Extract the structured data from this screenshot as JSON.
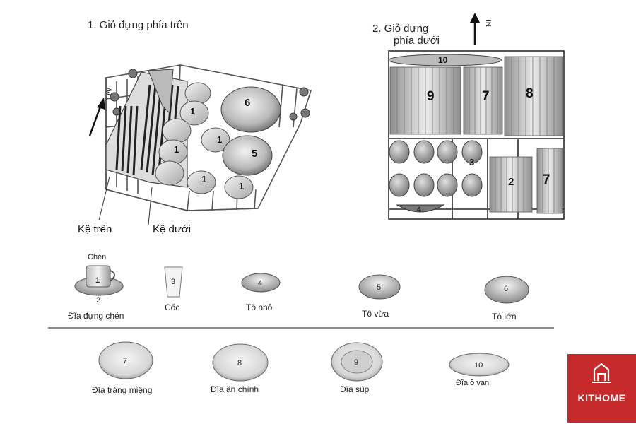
{
  "top_basket": {
    "title": "1.  Giỏ đựng phía trên",
    "direction_label": "IN",
    "label_upper_rack": "Kệ trên",
    "label_lower_rack": "Kệ dưới",
    "numbers": [
      "1",
      "1",
      "1",
      "1",
      "1",
      "6",
      "5"
    ]
  },
  "bottom_basket": {
    "title_line1": "2.  Giỏ đựng",
    "title_line2": "phía dưới",
    "direction_label": "IN",
    "numbers": [
      "10",
      "9",
      "7",
      "8",
      "3",
      "2",
      "7",
      "4"
    ]
  },
  "legend": {
    "item1_top": "Chén",
    "item1_num": "1",
    "item2_num": "2",
    "item1_label": "Đĩa đựng chén",
    "item3_num": "3",
    "item3_label": "Cốc",
    "item4_num": "4",
    "item4_label": "Tô nhỏ",
    "item5_num": "5",
    "item5_label": "Tô vừa",
    "item6_num": "6",
    "item6_label": "Tô lớn",
    "item7_num": "7",
    "item7_label": "Đĩa tráng miệng",
    "item8_num": "8",
    "item8_label": "Đĩa ăn chính",
    "item9_num": "9",
    "item9_label": "Đĩa súp",
    "item10_num": "10",
    "item10_label": "Đĩa ô van"
  },
  "brand": {
    "name": "KITHOME",
    "color": "#c62a2a"
  }
}
